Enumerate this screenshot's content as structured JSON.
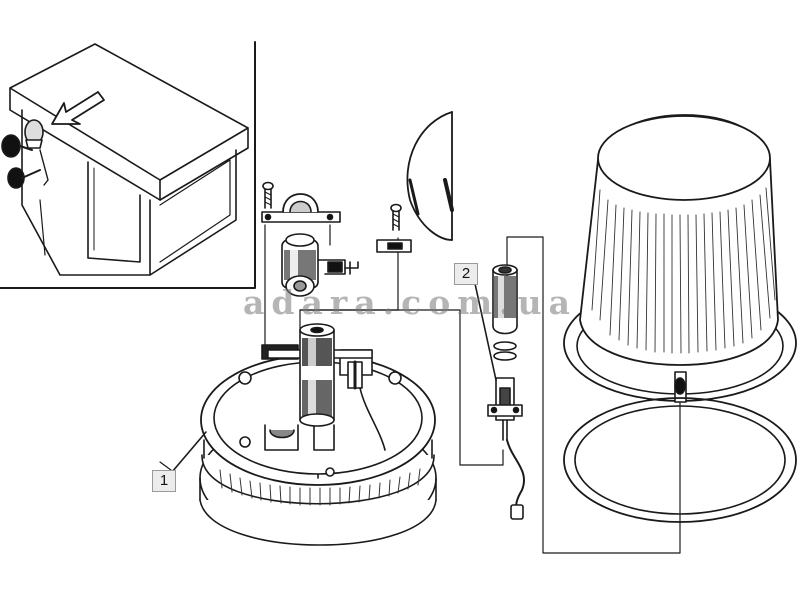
{
  "callouts": [
    {
      "id": "1",
      "label": "1"
    },
    {
      "id": "2",
      "label": "2"
    }
  ],
  "watermark": "adara.com.ua",
  "colors": {
    "line": "#1a1a1a",
    "background": "#ffffff",
    "label_bg": "#ececec",
    "watermark": "#8a8a8a"
  },
  "icons": [
    "arrow-icon"
  ]
}
